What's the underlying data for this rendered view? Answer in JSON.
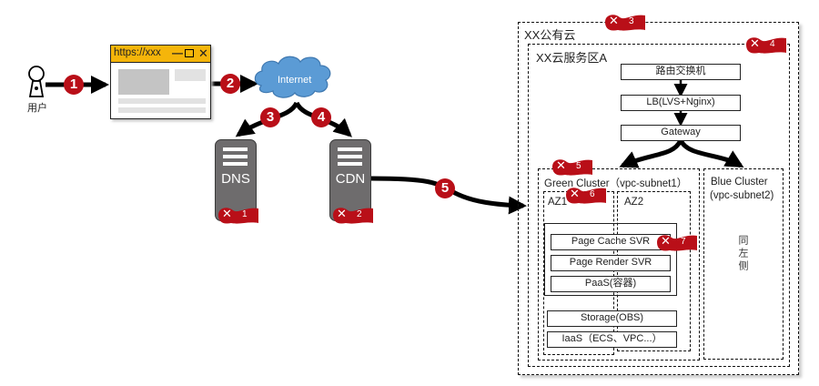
{
  "colors": {
    "step_badge": "#b90f18",
    "failure_flag": "#b90f18",
    "browser_titlebar": "#f5b50a",
    "cloud_fill": "#5b9bd5",
    "server_fill": "#6e6c6d"
  },
  "user": {
    "label": "用户",
    "icon": "user-icon"
  },
  "browser": {
    "url": "https://xxx",
    "minimize": "—",
    "restore": "🗗",
    "close": "✕"
  },
  "internet": {
    "label": "Internet",
    "icon": "cloud-icon"
  },
  "servers": [
    {
      "label": "DNS",
      "failure_point": "1"
    },
    {
      "label": "CDN",
      "failure_point": "2"
    }
  ],
  "steps": [
    "1",
    "2",
    "3",
    "4",
    "5"
  ],
  "cloud": {
    "title": "XX公有云",
    "failure_point": "3",
    "zone": {
      "title": "XX云服务区A",
      "failure_point": "4",
      "router": "路由交换机",
      "lb": "LB(LVS+Nginx)",
      "gateway": "Gateway",
      "green_cluster": {
        "title": "Green Cluster（vpc-subnet1）",
        "failure_point": "5",
        "az1": "AZ1",
        "az1_failure_point": "6",
        "az2": "AZ2",
        "page_cache": "Page Cache SVR",
        "page_cache_failure_point": "7",
        "page_render": "Page Render SVR",
        "paas": "PaaS(容器)",
        "storage": "Storage(OBS)",
        "iaas": "IaaS（ECS、VPC...）"
      },
      "blue_cluster": {
        "title_line1": "Blue Cluster",
        "title_line2": "(vpc-subnet2)",
        "note": "同左侧"
      }
    }
  },
  "failure_marker_symbol": "✕"
}
